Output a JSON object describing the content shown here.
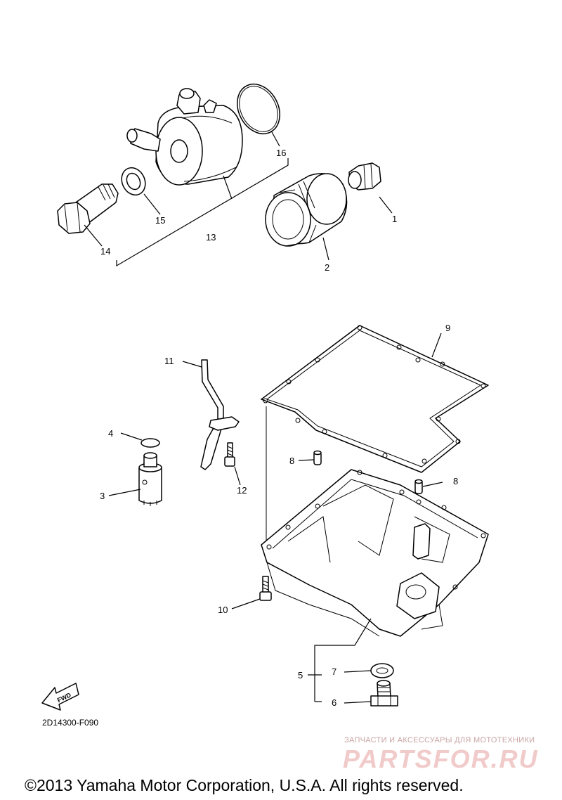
{
  "parts": [
    {
      "id": "part-1",
      "number": "1"
    },
    {
      "id": "part-2",
      "number": "2"
    },
    {
      "id": "part-3",
      "number": "3"
    },
    {
      "id": "part-4",
      "number": "4"
    },
    {
      "id": "part-5",
      "number": "5"
    },
    {
      "id": "part-6",
      "number": "6"
    },
    {
      "id": "part-7",
      "number": "7"
    },
    {
      "id": "part-8a",
      "number": "8"
    },
    {
      "id": "part-8b",
      "number": "8"
    },
    {
      "id": "part-9",
      "number": "9"
    },
    {
      "id": "part-10",
      "number": "10"
    },
    {
      "id": "part-11",
      "number": "11"
    },
    {
      "id": "part-12",
      "number": "12"
    },
    {
      "id": "part-13",
      "number": "13"
    },
    {
      "id": "part-14",
      "number": "14"
    },
    {
      "id": "part-15",
      "number": "15"
    },
    {
      "id": "part-16",
      "number": "16"
    }
  ],
  "diagram_code": "2D14300-F090",
  "fwd_label": "FWD",
  "copyright": "©2013 Yamaha Motor Corporation, U.S.A. All rights reserved.",
  "watermark": {
    "tagline": "ЗАПЧАСТИ И АКСЕССУАРЫ ДЛЯ МОТОТЕХНИКИ",
    "brand": "PARTSFOR.RU",
    "color": "#f1caca"
  }
}
